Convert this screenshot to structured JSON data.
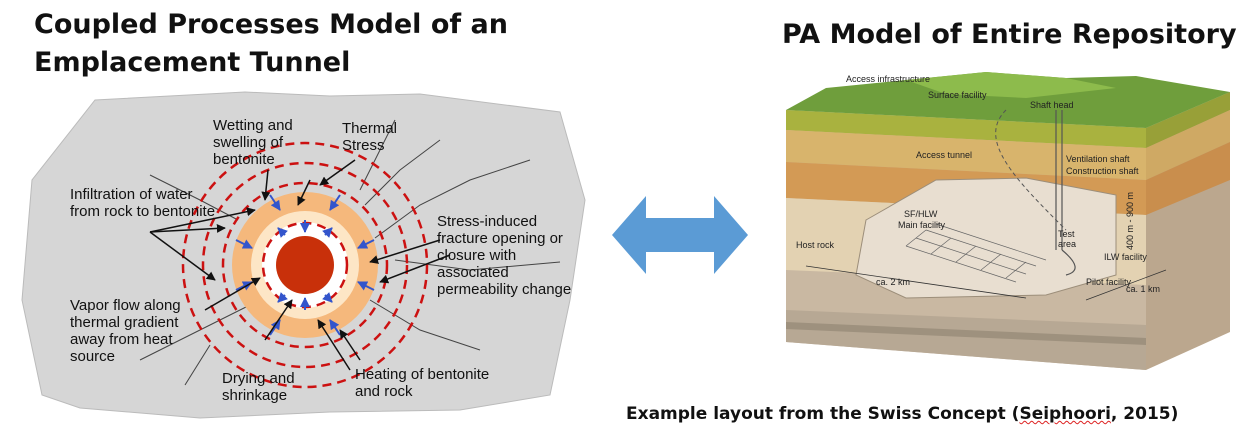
{
  "left": {
    "title_line1": "Coupled Processes Model of an",
    "title_line2": "Emplacement Tunnel",
    "labels": {
      "wetting": "Wetting and swelling of bentonite",
      "thermal": "Thermal Stress",
      "infiltration": "Infiltration of water from rock to bentonite",
      "stress": "Stress-induced fracture opening or closure with associated permeability change",
      "vapor": "Vapor flow along thermal gradient away from heat source",
      "drying": "Drying and shrinkage",
      "heating": "Heating of bentonite and rock"
    },
    "colors": {
      "canister": "#c8300a",
      "buffer": "#f5b87c",
      "rock": "#d6d6d6",
      "dashed_rings": "#cc1111",
      "flow_arrows": "#3355cc"
    }
  },
  "center": {
    "arrow_icon": "double-headed-arrow-icon",
    "arrow_color": "#5b9bd5"
  },
  "right": {
    "title": "PA Model of Entire Repository",
    "labels": {
      "access_infrastructure": "Access infrastructure",
      "surface_facility": "Surface facility",
      "shaft_head": "Shaft head",
      "access_tunnel": "Access tunnel",
      "ventilation_shaft": "Ventilation shaft",
      "construction_shaft": "Construction shaft",
      "depth": "400 m - 900 m",
      "sf_hlw": "SF/HLW",
      "main_facility": "Main facility",
      "test_area_1": "Test",
      "test_area_2": "area",
      "ilw_facility": "ILW facility",
      "host_rock": "Host rock",
      "length_2km": "ca. 2 km",
      "length_1km": "ca. 1 km",
      "pilot_facility": "Pilot facility"
    },
    "caption_prefix": "Example layout from the Swiss Concept  (",
    "caption_author": "Seiphoori",
    "caption_suffix": ", 2015)"
  }
}
